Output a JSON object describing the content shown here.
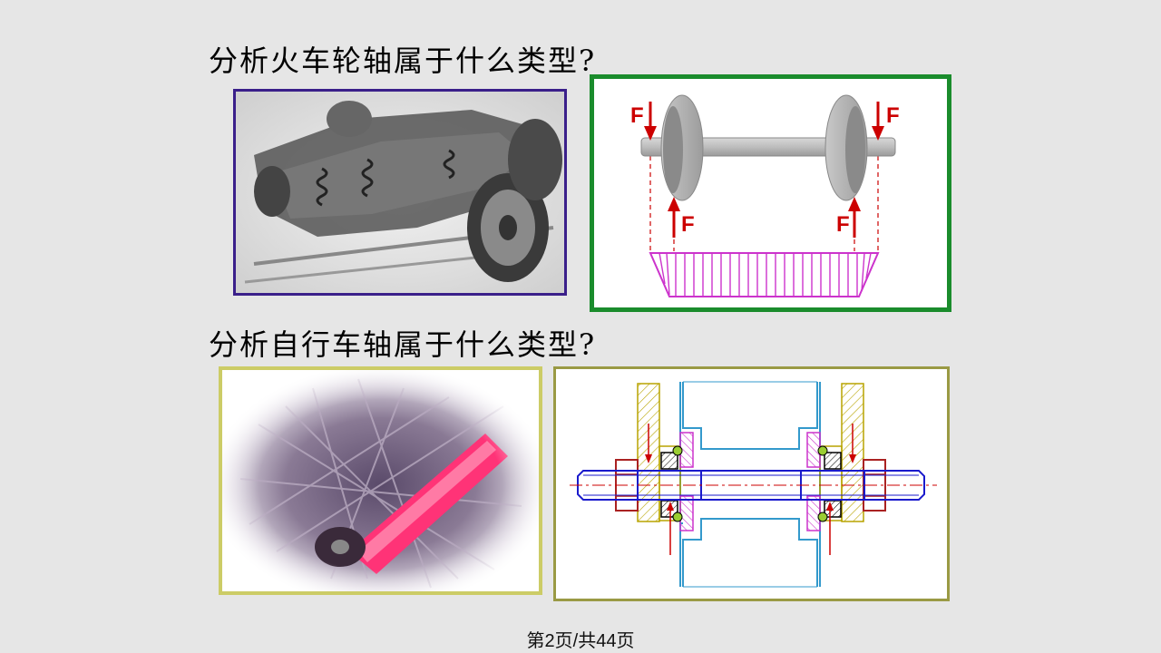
{
  "slide": {
    "question_train": "分析火车轮轴属于什么类型?",
    "question_bike": "分析自行车轴属于什么类型?",
    "force_label": "F",
    "footer": "第2页/共44页"
  },
  "colors": {
    "background": "#e6e6e6",
    "force_arrow": "#cc0000",
    "moment_diagram": "#cc33cc",
    "train_frame": "#1a8c2c",
    "photo_frame": "#3a1f8a",
    "bike_photo_frame": "#cccc66",
    "axle_blue": "#1a1acc",
    "hub_cyan": "#3399cc",
    "nut_red": "#aa2222"
  }
}
